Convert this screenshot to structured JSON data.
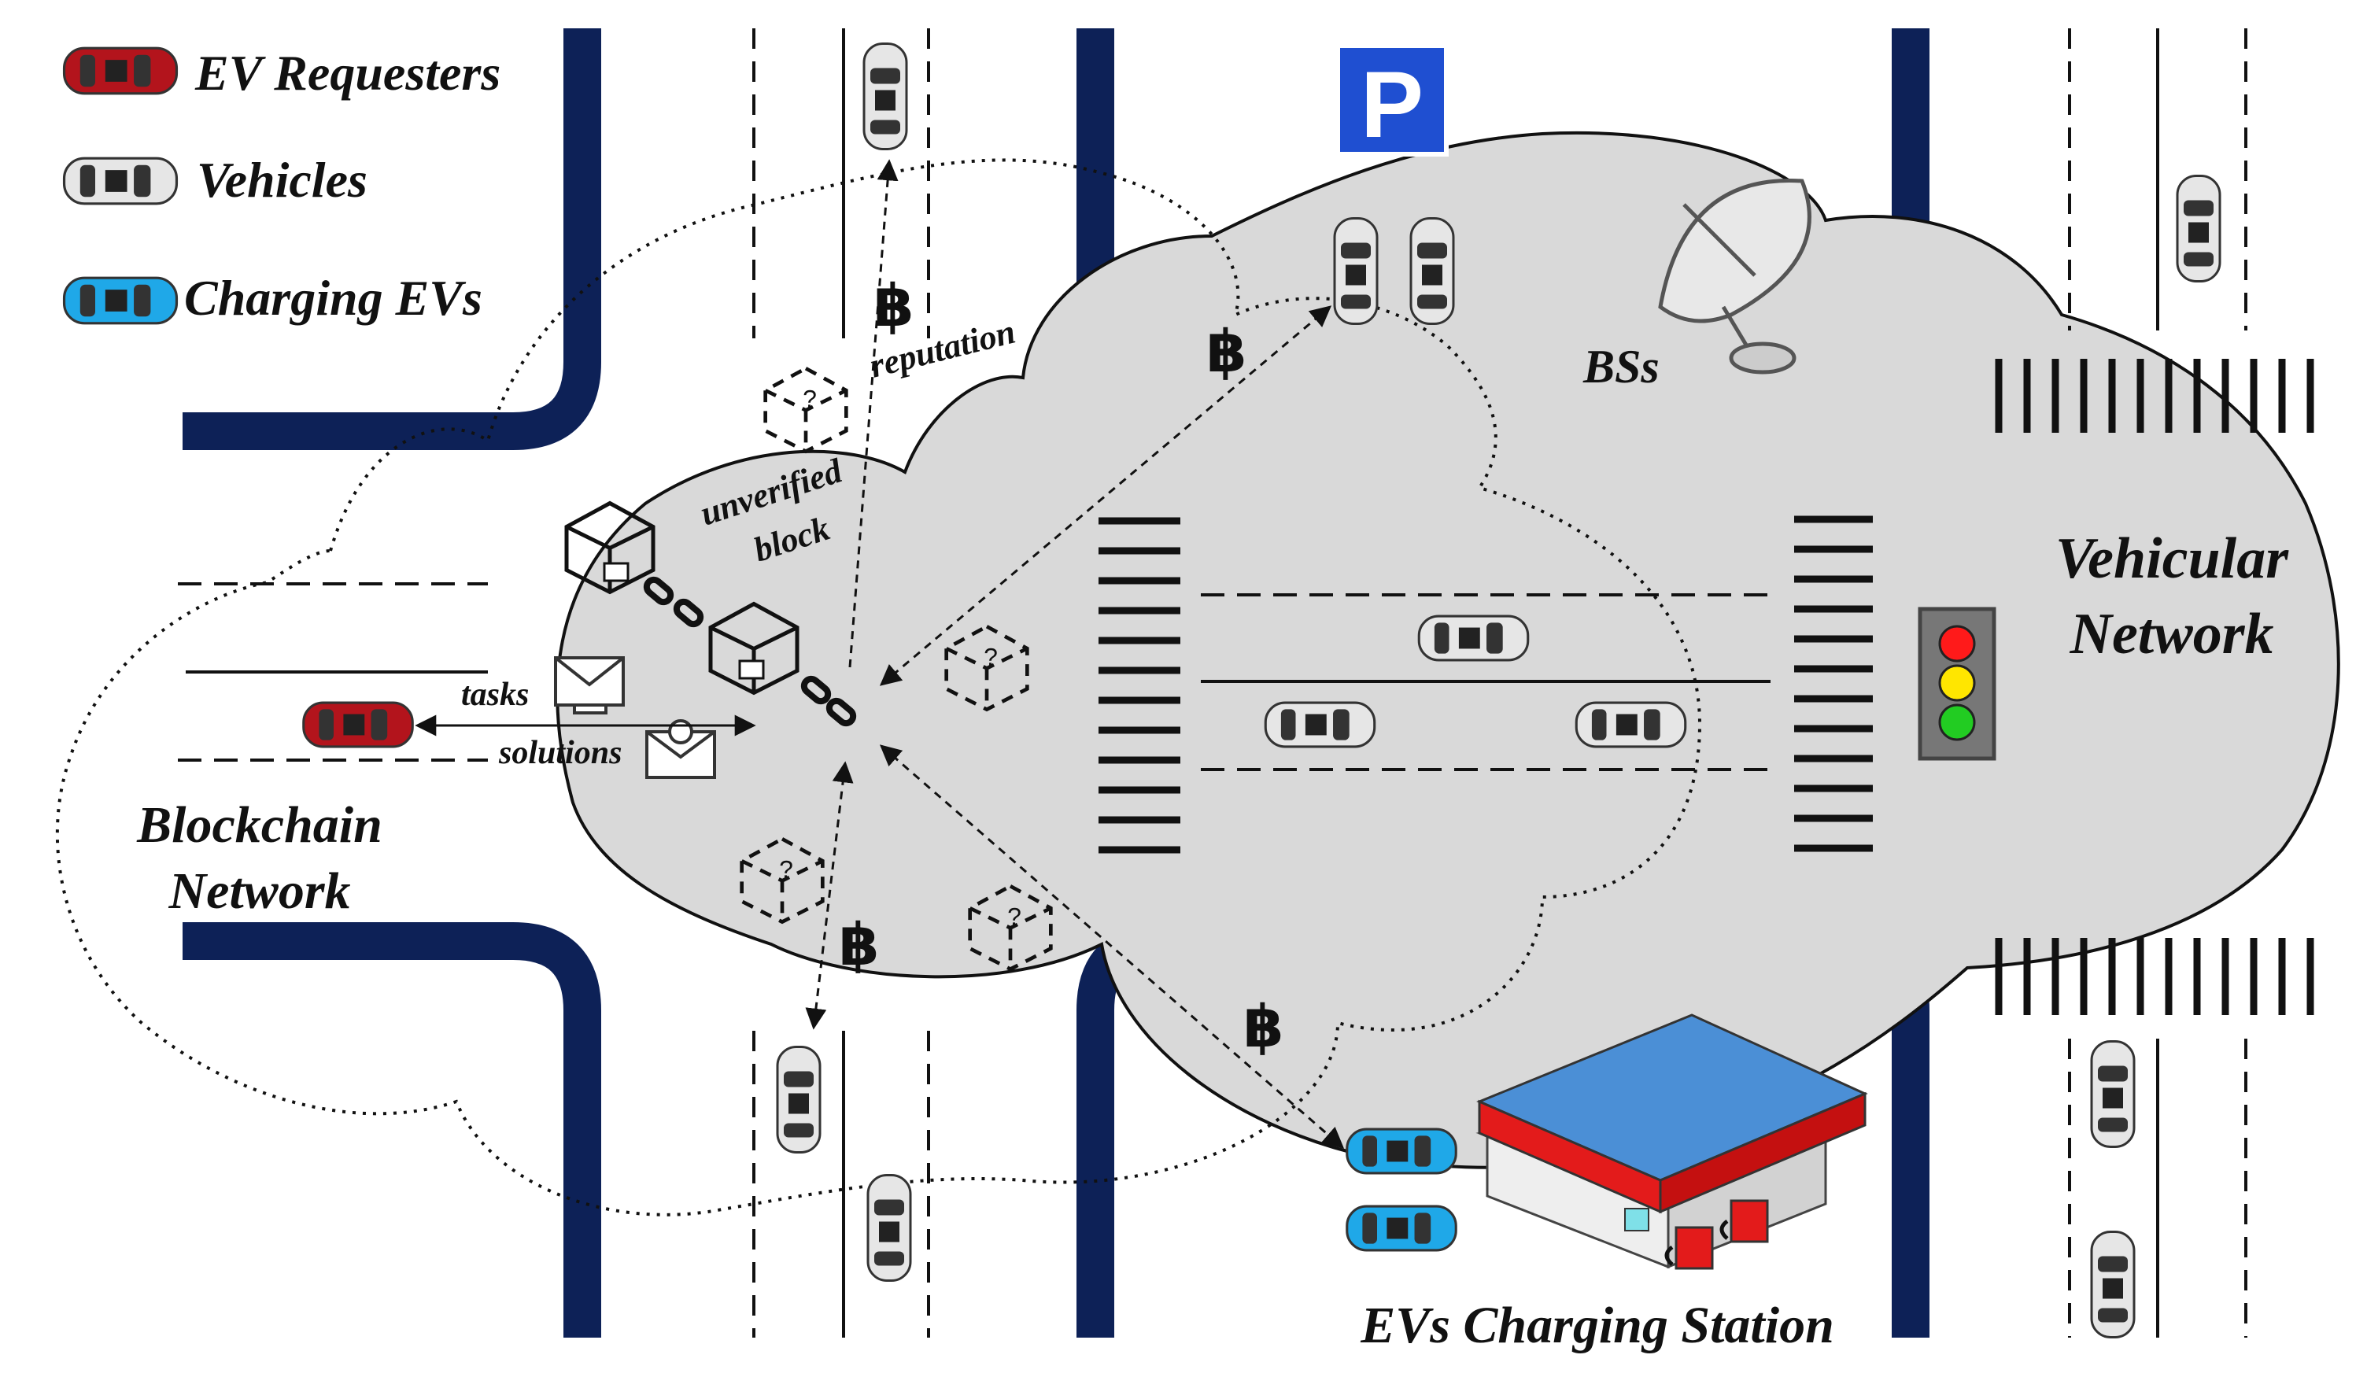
{
  "legend": {
    "ev_requesters": "EV Requesters",
    "vehicles": "Vehicles",
    "charging_evs": "Charging EVs"
  },
  "labels": {
    "bss": "BSs",
    "vehicular_network_line1": "Vehicular",
    "vehicular_network_line2": "Network",
    "blockchain_network_line1": "Blockchain",
    "blockchain_network_line2": "Network",
    "reputation": "reputation",
    "unverified_block_line1": "unverified",
    "unverified_block_line2": "block",
    "tasks": "tasks",
    "solutions": "solutions",
    "charging_station": "EVs Charging Station",
    "parking_sign": "P",
    "bitcoin_symbol": "฿"
  },
  "colors": {
    "road": "#0d2157",
    "cloud_fill": "#d9d9d9",
    "ev_requester": "#b3141c",
    "vehicle": "#e6e6e6",
    "charging_ev": "#1fa8e8",
    "parking_sign": "#1f4fd1",
    "station_roof": "#4b8fd6",
    "station_trim": "#e31b1b",
    "traffic_red": "#ff1a1a",
    "traffic_yellow": "#ffe600",
    "traffic_green": "#22cc22"
  }
}
